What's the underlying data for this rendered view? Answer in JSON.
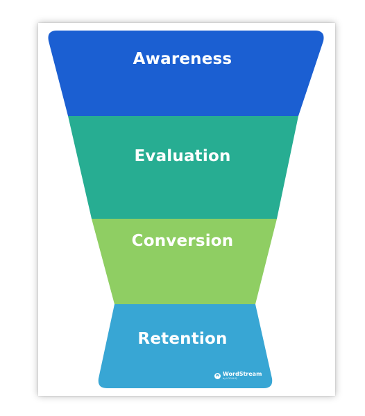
{
  "stages": [
    {
      "label": "Awareness",
      "color": "#1b5fd2"
    },
    {
      "label": "Evaluation",
      "color": "#27ad92"
    },
    {
      "label": "Conversion",
      "color": "#8fce63"
    },
    {
      "label": "Retention",
      "color": "#38a6d4"
    }
  ],
  "brand": {
    "name": "WordStream",
    "sub": "by LOCALiQ"
  }
}
